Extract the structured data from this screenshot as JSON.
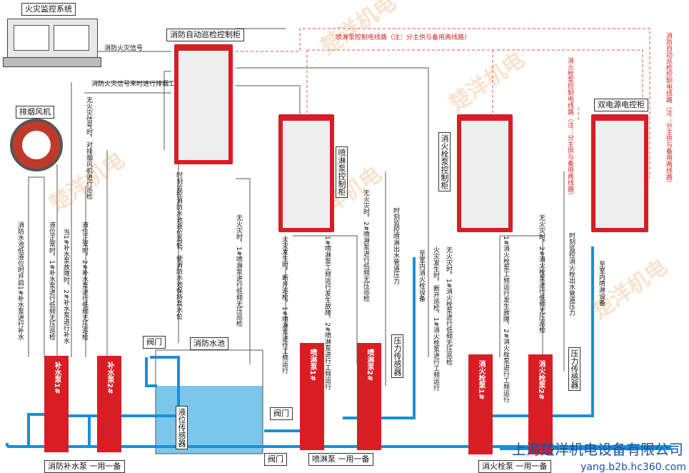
{
  "boxes": {
    "fire_monitor": "火灾监控系统",
    "patrol_cabinet": "消防自动巡检控制柜",
    "smoke_fan": "排烟风机",
    "spray_cabinet": "喷淋泵控制柜",
    "hydrant_cabinet": "消火栓泵控制柜",
    "dual_power": "双电源电控柜",
    "pool": "消防水池",
    "valve1": "阀门",
    "valve2": "阀门",
    "valve3": "阀门",
    "level_sensor": "液位传感器",
    "pressure_sensor1": "压力传感器",
    "pressure_sensor2": "压力传感器"
  },
  "signals": {
    "fire_signal": "消防火灾信号",
    "fire_signal_exhaust": "消防火灾信号来时进行排烟工作",
    "spray_line": "喷淋泵控制电线路（注：分主供与备用两线路）",
    "hydrant_line": "消火栓泵控制电线路（注：分主供与备用两线路）",
    "patrol_line": "消防自动巡检控制电线路（注：分主供与备用两线路）"
  },
  "notes": {
    "n1": "无火灾信号时，对排烟风机进行巡检",
    "n2": "消防水池低液位时开启1#补水泵进行补水",
    "n3": "液位正常时，1#补水泵进行低频无压巡检",
    "n4": "当1#补水泵故障时，2#补水泵进行补水",
    "n5": "液位正常时，2#补水泵进行低频无压巡检",
    "n6": "时刻监控消防水池液位高低，使消防水池保持高水位",
    "n7": "无火灾时，1#喷淋泵进行低频无压巡检",
    "n8": "火灾发生时，断开巡检，1#喷淋泵进行工频运行",
    "n9": "1#喷淋泵工频运行发生故障，2#喷淋泵进行工频运行",
    "n10": "无火灾时，2#喷淋泵进行低频无压巡检",
    "n11": "时刻监控喷淋出水管道压力",
    "n12": "至室内消火栓设备",
    "n13": "火灾发生时，断开巡检，1#消火栓泵进行工频运行",
    "n14": "无火灾时，1#消火栓泵进行低频无压巡检",
    "n15": "1#消火栓泵工频运行发生故障，2#消火栓泵进行工频运行",
    "n16": "无火灾时，2#消火栓泵进行低频无压巡检",
    "n17": "时刻监控消火栓出水管道压力",
    "n18": "至室内喷淋设备"
  },
  "pumps": {
    "p1": "补水泵1#",
    "p2": "补水泵2#",
    "p3": "喷淋泵1#",
    "p4": "喷淋泵2#",
    "p5": "消火栓泵1#",
    "p6": "消火栓泵2#"
  },
  "bottom": {
    "makeup": "消防补水泵  一用一备",
    "spray": "喷淋泵  一用一备",
    "hydrant": "消火栓泵  一用一备"
  },
  "company": "上海楚洋机电设备有限公司",
  "url": "yang.b2b.hc360.com",
  "watermark": "楚洋机电",
  "colors": {
    "cabinet": "#d81e24",
    "pipe": "#1a8fd8",
    "water": "#7cc6ec",
    "signal": "#555555",
    "redline": "#e05050"
  }
}
